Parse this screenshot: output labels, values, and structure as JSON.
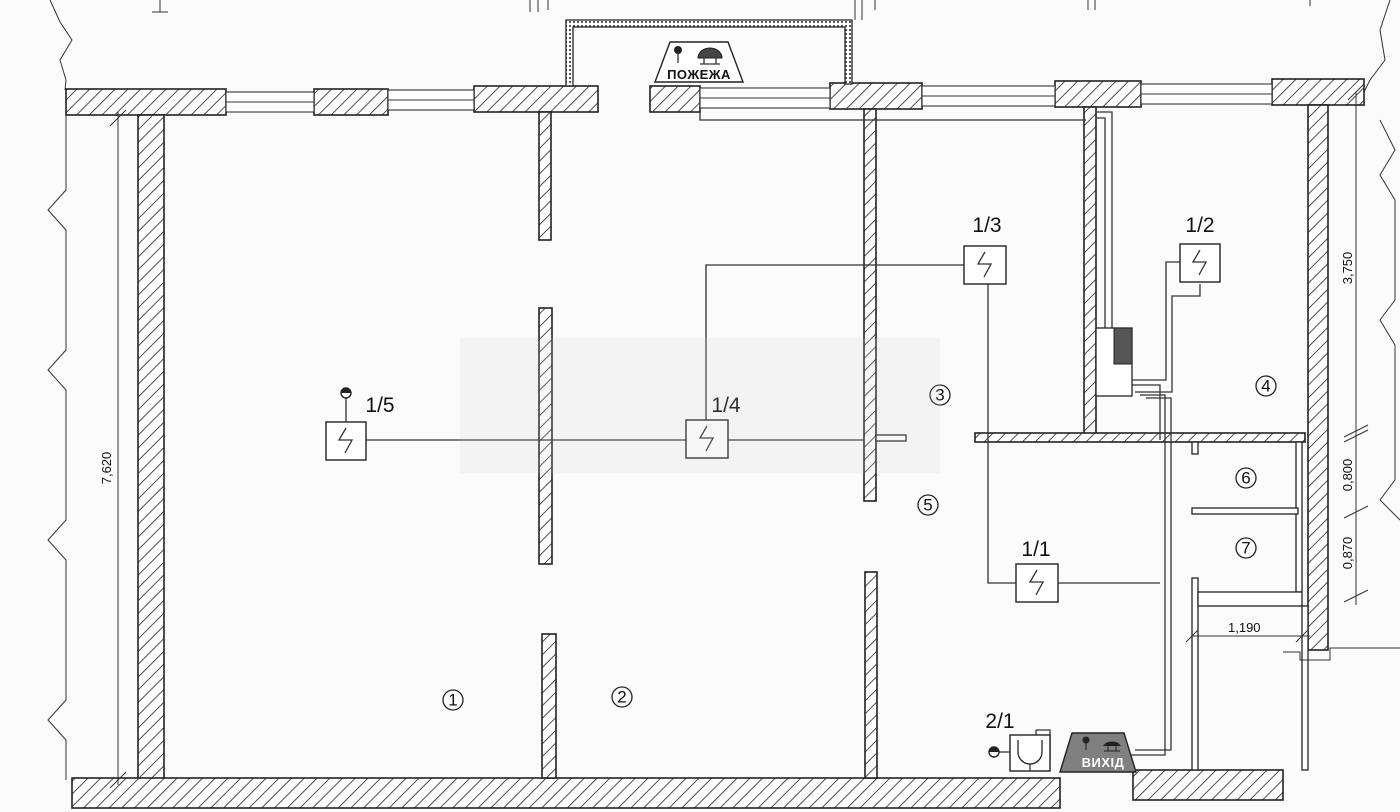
{
  "rooms": [
    {
      "id": "room-1",
      "label": "1"
    },
    {
      "id": "room-2",
      "label": "2"
    },
    {
      "id": "room-3",
      "label": "3"
    },
    {
      "id": "room-4",
      "label": "4"
    },
    {
      "id": "room-5",
      "label": "5"
    },
    {
      "id": "room-6",
      "label": "6"
    },
    {
      "id": "room-7",
      "label": "7"
    }
  ],
  "detectors": [
    {
      "id": "1-1",
      "label": "1/1"
    },
    {
      "id": "1-2",
      "label": "1/2"
    },
    {
      "id": "1-3",
      "label": "1/3"
    },
    {
      "id": "1-4",
      "label": "1/4"
    },
    {
      "id": "1-5",
      "label": "1/5"
    },
    {
      "id": "2-1",
      "label": "2/1"
    }
  ],
  "signs": {
    "fire": "ПОЖЕЖА",
    "exit": "ВИХІД"
  },
  "dimensions": {
    "left_height": "7,620",
    "right_upper": "3,750",
    "right_mid": "0,800",
    "right_lower": "0,870",
    "bottom_width": "1,190"
  },
  "colors": {
    "wall_stroke": "#222222",
    "sign_fill": "#808080",
    "panel_fill": "#555555"
  }
}
